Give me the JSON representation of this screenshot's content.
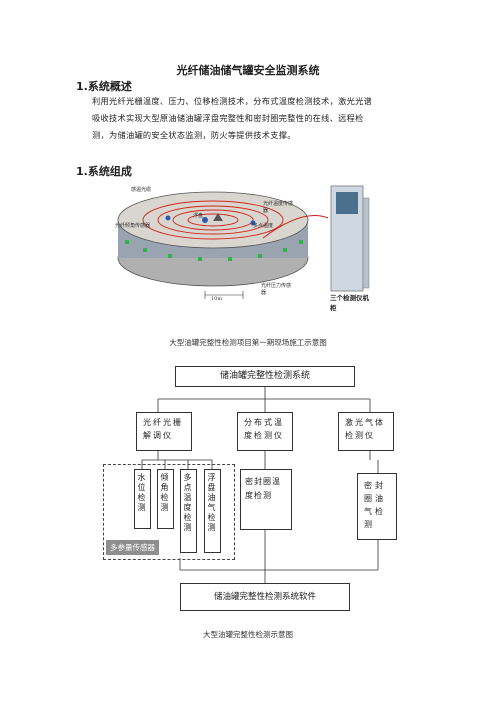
{
  "doc": {
    "title": "光纤储油储气罐安全监测系统",
    "section1_heading": "1.系统概述",
    "section1_lines": [
      "利用光纤光栅温度、压力、位移检测技术，分布式温度检测技术，激光光谱",
      "吸收技术实现大型原油储油罐浮盘完整性和密封圈完整性的在线、远程检",
      "测，为储油罐的安全状态监测，防火等提供技术支撑。"
    ],
    "section2_heading": "1.系统组成",
    "figure1": {
      "labels": {
        "sensing_cable": "感温光缆",
        "tilt_sensor": "光纤倾角传感器",
        "float": "浮盘",
        "temp_sensor": "光纤温度传感器",
        "gas_sensor": "多点温度",
        "distance": "10m",
        "pressure_sensor": "光纤压力传感器",
        "cabinet_caption": "三个检测仪机柜"
      },
      "caption": "大型油罐完整性检测项目第一期现场施工示意图"
    },
    "diagram": {
      "top": "储油罐完整性检测系统",
      "mid": [
        "光纤光栅解调仪",
        "分布式温度检测仪",
        "激光气体检测仪"
      ],
      "sensors": [
        "水位检测",
        "倾角检测",
        "多点温度检测",
        "浮盘油气检测"
      ],
      "seal_temp": "密封圈温度检测",
      "seal_gas": "密封圈油气检测",
      "multi_tag": "多参量传感器",
      "bottom": "储油罐完整性检测系统软件",
      "caption": "大型油罐完整性检测示意图"
    }
  }
}
